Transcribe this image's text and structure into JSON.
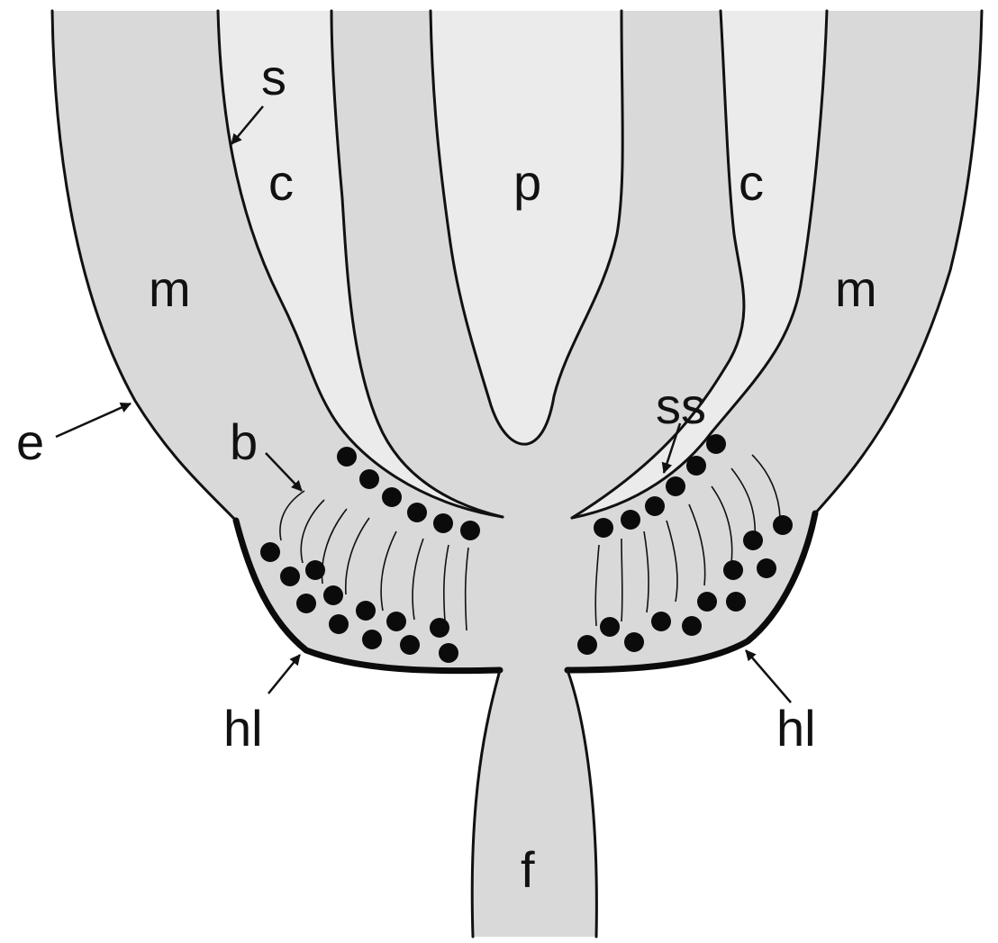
{
  "colors": {
    "background": "#ffffff",
    "tissue_dark": "#d9d9d9",
    "tissue_light": "#ebebeb",
    "ink": "#111111"
  },
  "labels": {
    "s": "s",
    "c_left": "c",
    "p": "p",
    "c_right": "c",
    "m_left": "m",
    "m_right": "m",
    "e": "e",
    "b": "b",
    "ss": "ss",
    "hl_left": "hl",
    "hl_right": "hl",
    "f": "f"
  }
}
